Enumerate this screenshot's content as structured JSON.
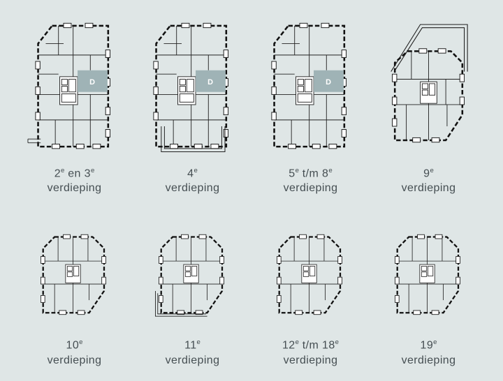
{
  "page": {
    "background": "#dfe6e6",
    "description_language": "nl"
  },
  "colors": {
    "background": "#dfe6e6",
    "highlight": "#9fb3b6",
    "highlight_text": "#ffffff",
    "line": "#1a1a1a",
    "label_text": "#454e52"
  },
  "floors": [
    {
      "line1": "2e en 3e",
      "line2": "verdieping",
      "unit": "D"
    },
    {
      "line1": "4e",
      "line2": "verdieping",
      "unit": "D"
    },
    {
      "line1": "5e t/m 8e",
      "line2": "verdieping",
      "unit": "D"
    },
    {
      "line1": "9e",
      "line2": "verdieping"
    },
    {
      "line1": "10e",
      "line2": "verdieping"
    },
    {
      "line1": "11e",
      "line2": "verdieping"
    },
    {
      "line1": "12e t/m 18e",
      "line2": "verdieping"
    },
    {
      "line1": "19e",
      "line2": "verdieping"
    }
  ]
}
